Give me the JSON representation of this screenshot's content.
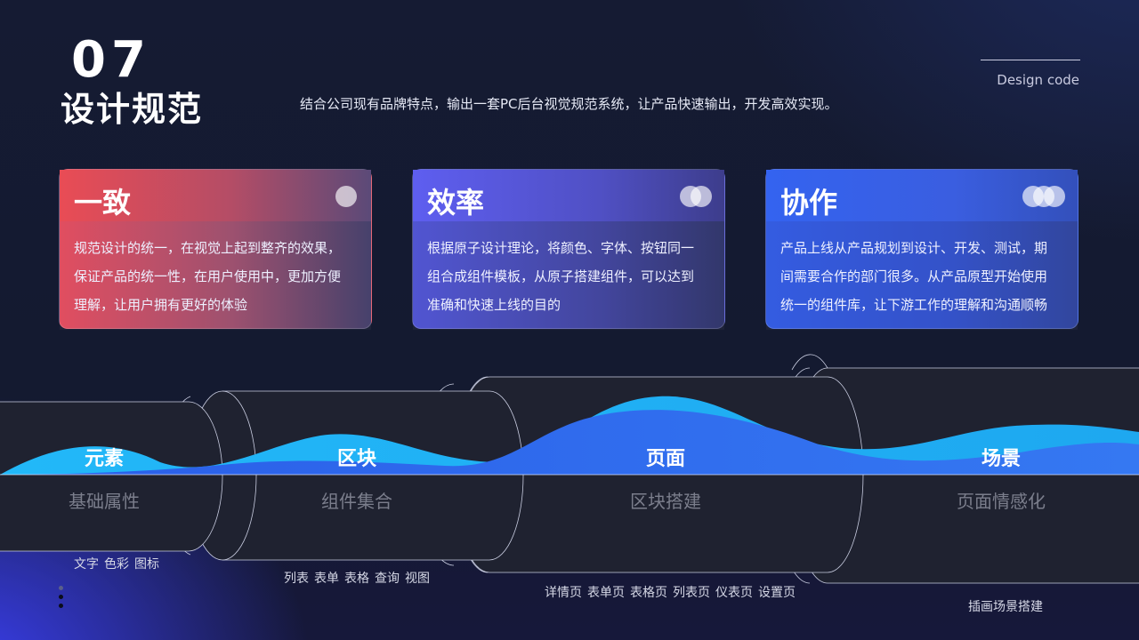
{
  "header": {
    "number": "07",
    "title": "设计规范",
    "subtitle": "结合公司现有品牌特点，输出一套PC后台视觉规范系统，让产品快速输出，开发高效实现。",
    "design_code": "Design code"
  },
  "cards": [
    {
      "title": "一致",
      "lines": [
        "规范设计的统一，在视觉上起到整齐的效果，",
        "保证产品的统一性，在用户使用中，更加方便",
        "理解，让用户拥有更好的体验"
      ]
    },
    {
      "title": "效率",
      "lines": [
        "根据原子设计理论，将颜色、字体、按钮同一",
        "组合成组件模板，从原子搭建组件，可以达到",
        "准确和快速上线的目的"
      ]
    },
    {
      "title": "协作",
      "lines": [
        "产品上线从产品规划到设计、开发、测试，期",
        "间需要合作的部门很多。从产品原型开始使用",
        "统一的组件库，让下游工作的理解和沟通顺畅"
      ]
    }
  ],
  "stages": [
    {
      "title": "元素",
      "sub": "基础属性",
      "items": [
        "文字",
        "色彩",
        "图标"
      ]
    },
    {
      "title": "区块",
      "sub": "组件集合",
      "items": [
        "列表",
        "表单",
        "表格",
        "查询",
        "视图"
      ]
    },
    {
      "title": "页面",
      "sub": "区块搭建",
      "items": [
        "详情页",
        "表单页",
        "表格页",
        "列表页",
        "仪表页",
        "设置页"
      ]
    },
    {
      "title": "场景",
      "sub": "页面情感化",
      "items": [
        "插画场景搭建"
      ]
    }
  ],
  "colors": {
    "wave_light": "#1fb6f5",
    "wave_dark": "#2f6cf0",
    "pipe": "#20232f"
  }
}
